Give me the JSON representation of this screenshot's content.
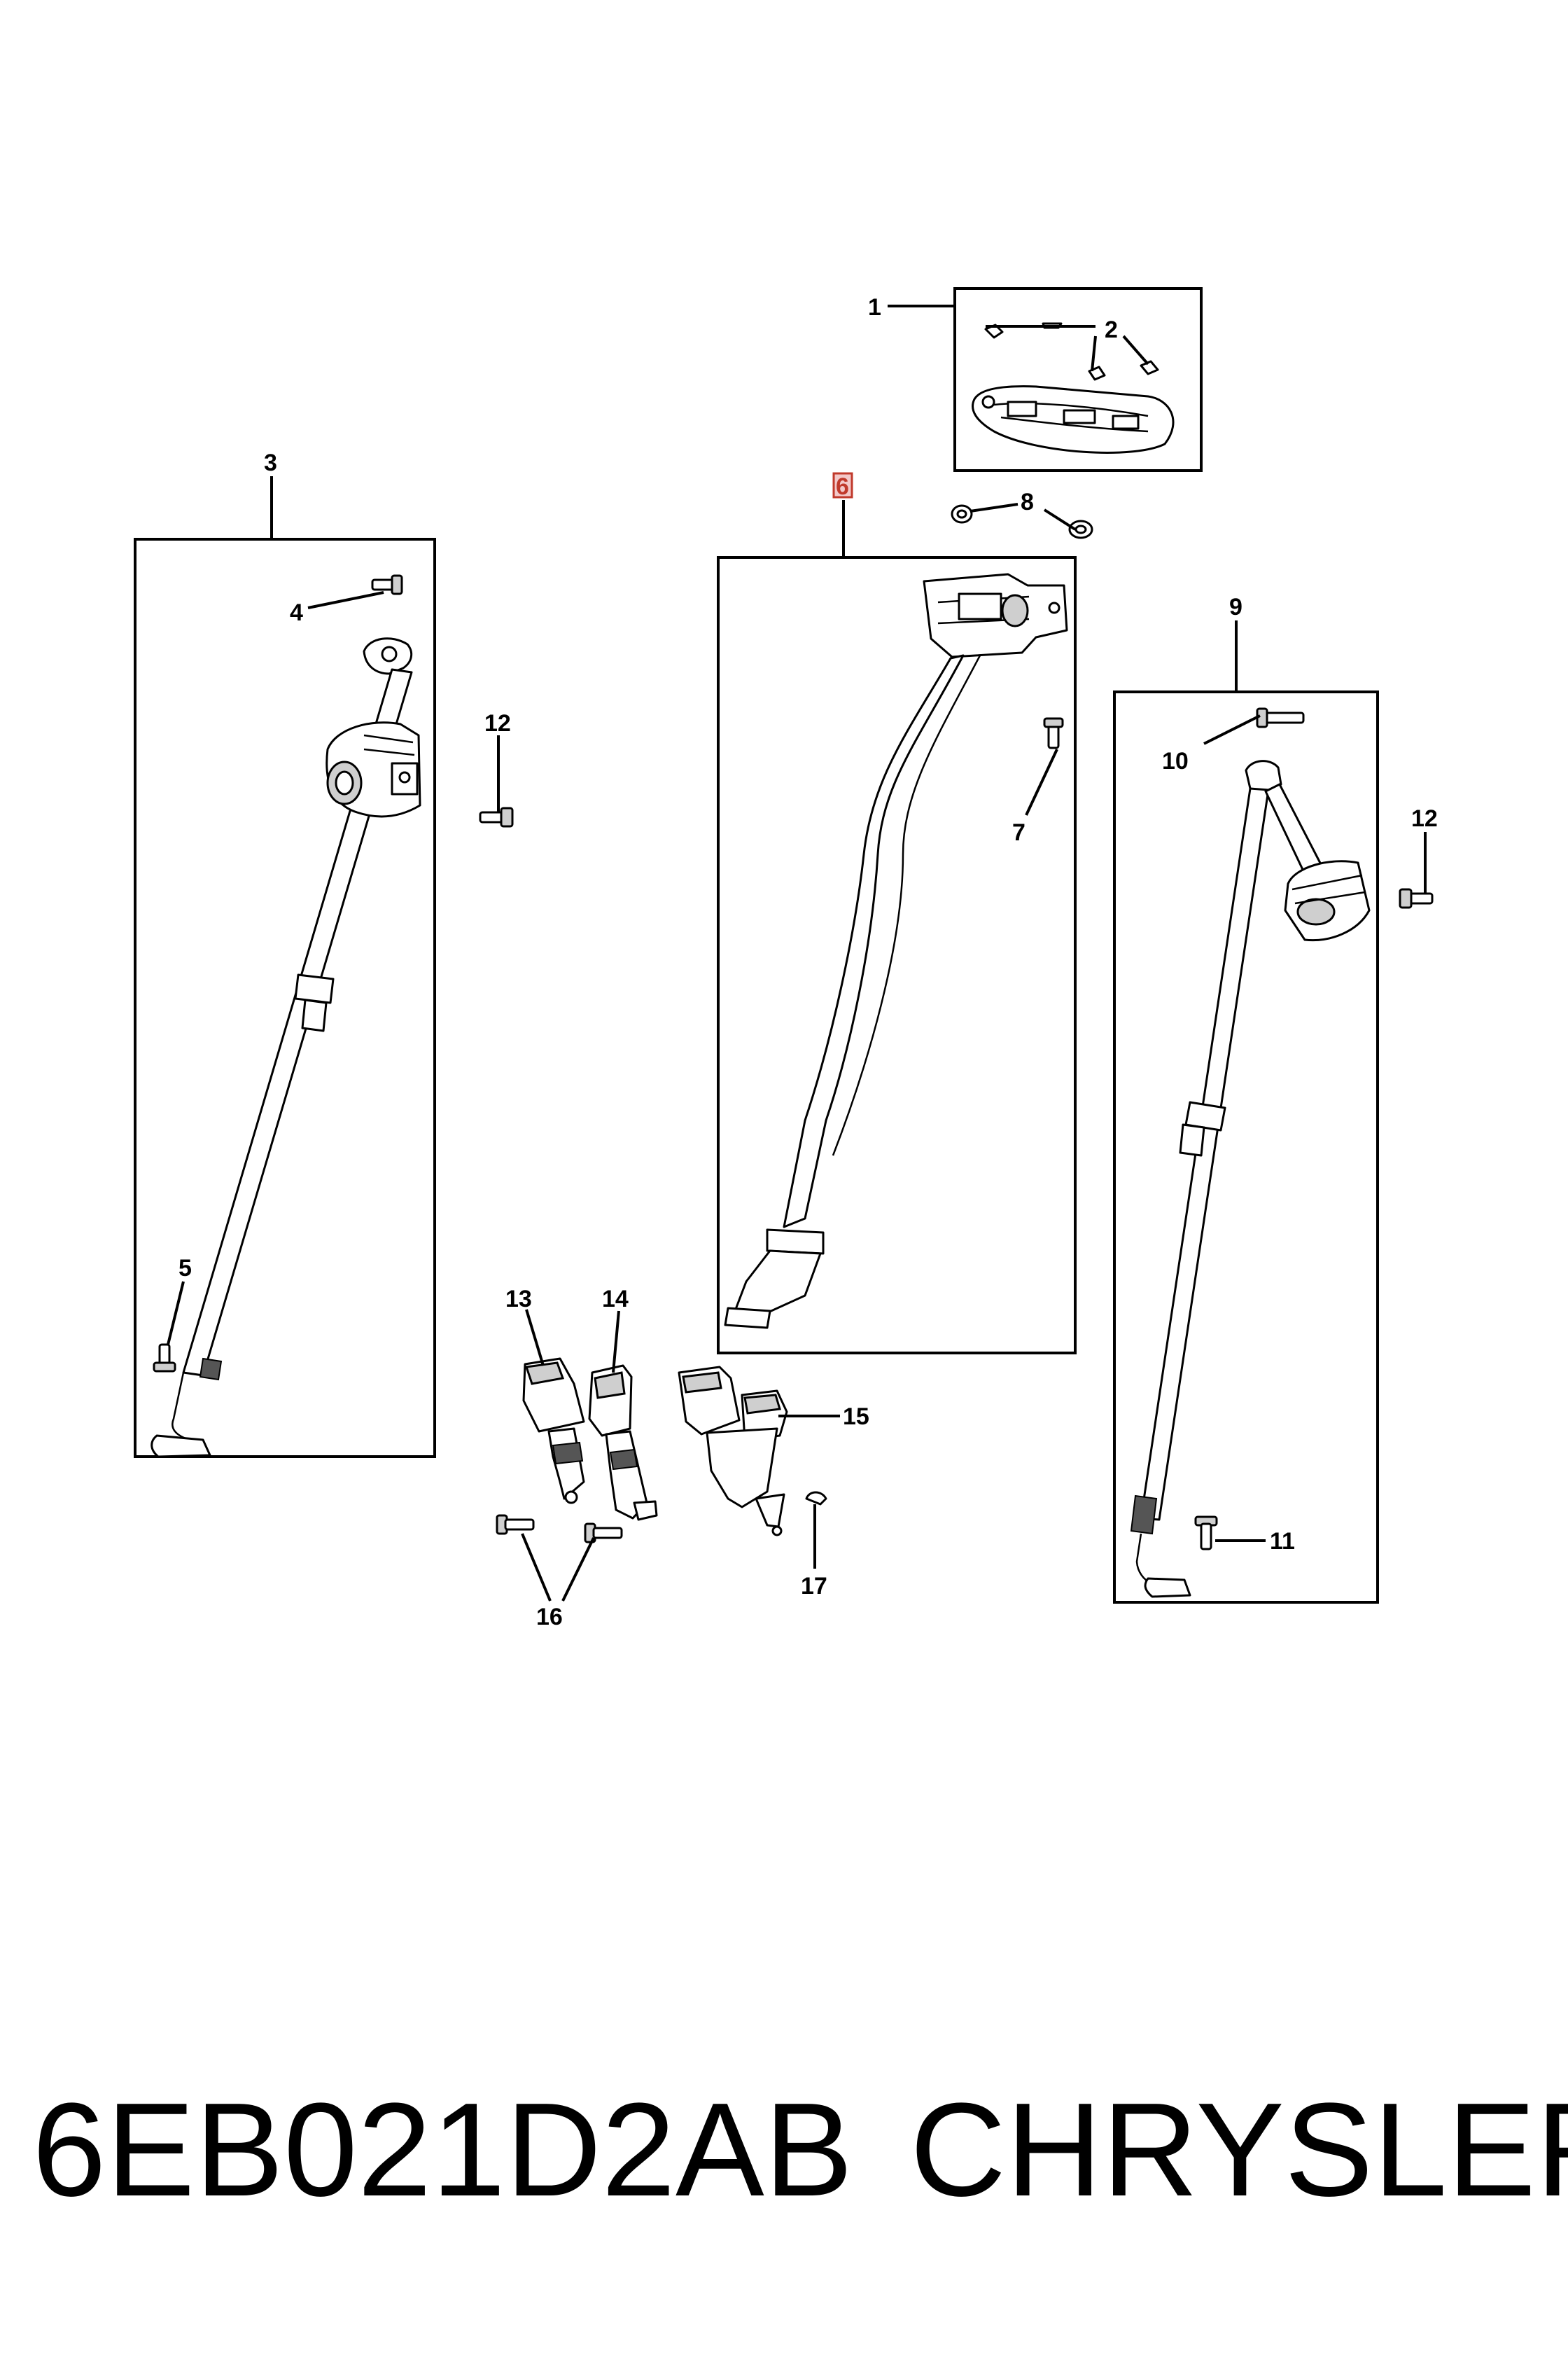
{
  "diagram": {
    "callouts": {
      "c1": "1",
      "c2": "2",
      "c3": "3",
      "c4": "4",
      "c5": "5",
      "c6": "6",
      "c7": "7",
      "c8": "8",
      "c9": "9",
      "c10": "10",
      "c11": "11",
      "c12a": "12",
      "c12b": "12",
      "c13": "13",
      "c14": "14",
      "c15": "15",
      "c16": "16",
      "c17": "17"
    },
    "highlighted_callout": "6",
    "highlight_color": "#c0392b"
  },
  "footer": {
    "part_number": "6EB021D2AB",
    "brand": "CHRYSLER"
  }
}
